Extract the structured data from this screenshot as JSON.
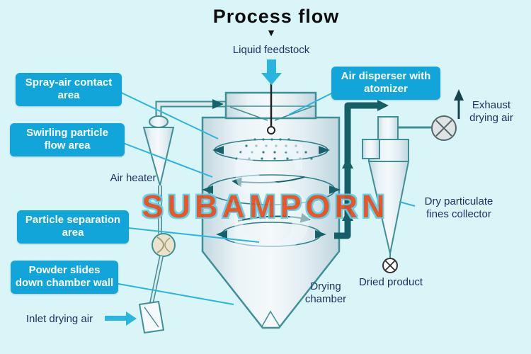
{
  "title": "Process flow",
  "watermark": "SUBAMPORN",
  "icons": {
    "title_pointer": "▼"
  },
  "callouts": {
    "spray_air": "Spray-air contact area",
    "swirling": "Swirling particle flow area",
    "particle_separation": "Particle separation area",
    "powder_slides": "Powder slides down chamber wall",
    "air_disperser": "Air disperser with atomizer"
  },
  "labels": {
    "liquid_feedstock": "Liquid feedstock",
    "air_heater": "Air heater",
    "inlet_drying_air": "Inlet drying air",
    "drying_chamber": "Drying chamber",
    "exhaust_drying_air": "Exhaust drying air",
    "fines_collector": "Dry particulate fines collector",
    "dried_product": "Dried product"
  },
  "colors": {
    "background": "#d9f5f8",
    "callout_bg": "#12a5da",
    "callout_text": "#ffffff",
    "outline_teal": "#3f8f96",
    "duct_dark": "#156068",
    "accent_cyan": "#2ab4e0",
    "label_text": "#1c3263",
    "watermark_red": "#ea4a1a",
    "watermark_outline": "#4fd4f2"
  }
}
